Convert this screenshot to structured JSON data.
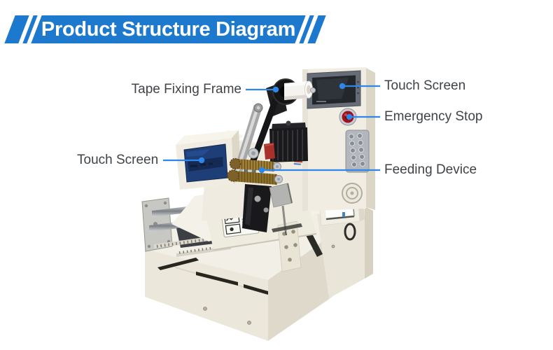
{
  "banner": {
    "title": "Product Structure Diagram"
  },
  "labels": {
    "tape_fixing_frame": "Tape Fixing Frame",
    "touch_screen_top": "Touch Screen",
    "emergency_stop": "Emergency Stop",
    "touch_screen_left": "Touch Screen",
    "feeding_device": "Feeding Device"
  },
  "colors": {
    "banner_blue": "#1c79cd",
    "pointer_blue": "#2e86e8",
    "label_text": "#3f4347",
    "emergency_button_red": "#a11119",
    "display_screen_navy": "#1e3e78",
    "machine_body_cream": "#efebe0"
  }
}
